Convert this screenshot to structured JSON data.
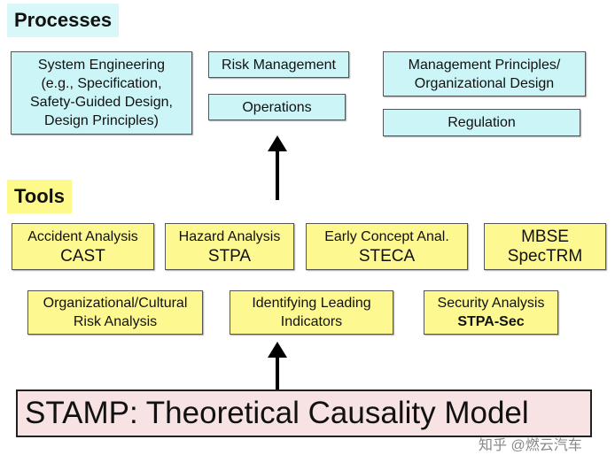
{
  "processes": {
    "title": "Processes",
    "boxes": [
      {
        "lines": [
          "System Engineering",
          "(e.g., Specification,",
          "Safety-Guided Design,",
          "Design Principles)"
        ]
      },
      {
        "lines": [
          "Risk Management"
        ]
      },
      {
        "lines": [
          "Operations"
        ]
      },
      {
        "lines": [
          "Management Principles/",
          "Organizational Design"
        ]
      },
      {
        "lines": [
          "Regulation"
        ]
      }
    ]
  },
  "tools": {
    "title": "Tools",
    "boxes": [
      {
        "lines": [
          "Accident Analysis",
          "CAST"
        ]
      },
      {
        "lines": [
          "Hazard Analysis",
          "STPA"
        ]
      },
      {
        "lines": [
          "Early Concept Anal.",
          "STECA"
        ]
      },
      {
        "lines": [
          "MBSE",
          "SpecTRM"
        ]
      },
      {
        "lines": [
          "Organizational/Cultural",
          "Risk Analysis"
        ]
      },
      {
        "lines": [
          "Identifying Leading",
          "Indicators"
        ]
      },
      {
        "lines": [
          "Security Analysis",
          "STPA-Sec"
        ]
      }
    ]
  },
  "foundation": "STAMP: Theoretical Causality Model",
  "watermark": "知乎 @燃云汽车"
}
